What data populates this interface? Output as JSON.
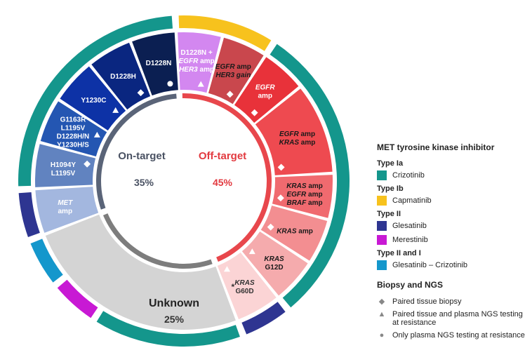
{
  "diagram": {
    "center": {
      "on_target_label": "On-target",
      "on_target_pct": "35%",
      "off_target_label": "Off-target",
      "off_target_pct": "45%"
    },
    "segments": [
      {
        "id": "d1228n-egfr-her3",
        "lines": [
          [
            "D1228N +"
          ],
          [
            "EGFR",
            " amp"
          ],
          [
            "HER3",
            " amp"
          ]
        ],
        "color": "#d387f0",
        "text_color": "#ffffff",
        "marker": "triangle",
        "size": 1
      },
      {
        "id": "egfr-her3-gain",
        "lines": [
          [
            "EGFR",
            " amp"
          ],
          [
            "HER3 gain"
          ]
        ],
        "color": "#c9474d",
        "text_color": "#1a1a1a",
        "marker": "diamond",
        "size": 1
      },
      {
        "id": "egfr-amp-1",
        "lines": [
          [
            "EGFR"
          ],
          [
            "amp"
          ]
        ],
        "color": "#e8323a",
        "text_color": "#ffffff",
        "marker": "diamond",
        "size": 1
      },
      {
        "id": "egfr-kras",
        "lines": [
          [
            "EGFR",
            " amp"
          ],
          [
            "KRAS",
            " amp"
          ]
        ],
        "color": "#ee4a50",
        "text_color": "#1a1a1a",
        "marker": "diamond",
        "size": 2
      },
      {
        "id": "kras-egfr-braf",
        "lines": [
          [
            "KRAS",
            " amp"
          ],
          [
            "EGFR",
            " amp"
          ],
          [
            "BRAF",
            " amp"
          ]
        ],
        "color": "#f06a6f",
        "text_color": "#1a1a1a",
        "marker": "diamond",
        "size": 1
      },
      {
        "id": "kras-amp",
        "lines": [
          [
            "KRAS",
            " amp"
          ]
        ],
        "color": "#f38e91",
        "text_color": "#1a1a1a",
        "marker": "diamond",
        "size": 1
      },
      {
        "id": "kras-g12d",
        "lines": [
          [
            "KRAS"
          ],
          [
            "G12D"
          ]
        ],
        "color": "#f5abad",
        "text_color": "#1a1a1a",
        "marker": "triangle",
        "size": 1
      },
      {
        "id": "kras-g60d",
        "lines": [
          [
            "KRAS"
          ],
          [
            "G60D"
          ]
        ],
        "color": "#fbd4d5",
        "text_color": "#333333",
        "marker": "triangle",
        "note": "*",
        "size": 1
      },
      {
        "id": "unknown",
        "lines": [],
        "color": "#d4d4d4",
        "text_color": "#222222",
        "marker": "none",
        "size": 5
      },
      {
        "id": "met-amp",
        "lines": [
          [
            "MET"
          ],
          [
            "amp"
          ]
        ],
        "color": "#a3b7df",
        "text_color": "#ffffff",
        "marker": "none",
        "size": 1
      },
      {
        "id": "h1094y-l1195v",
        "lines": [
          [
            "H1094Y"
          ],
          [
            "L1195V"
          ]
        ],
        "color": "#6183c0",
        "text_color": "#ffffff",
        "marker": "diamond",
        "size": 1
      },
      {
        "id": "g1163r-multi",
        "lines": [
          [
            "G1163R"
          ],
          [
            "L1195V"
          ],
          [
            "D1228H/N"
          ],
          [
            "Y1230H/S"
          ]
        ],
        "color": "#2456b2",
        "text_color": "#ffffff",
        "marker": "triangle",
        "size": 1
      },
      {
        "id": "y1230c",
        "lines": [
          [
            "Y1230C"
          ]
        ],
        "color": "#0d32a6",
        "text_color": "#ffffff",
        "marker": "triangle",
        "size": 1
      },
      {
        "id": "d1228h",
        "lines": [
          [
            "D1228H"
          ]
        ],
        "color": "#0a2680",
        "text_color": "#ffffff",
        "marker": "diamond",
        "size": 1
      },
      {
        "id": "d1228n",
        "lines": [
          [
            "D1228N"
          ]
        ],
        "color": "#0b1f52",
        "text_color": "#ffffff",
        "marker": "circle",
        "size": 1
      }
    ],
    "unknown_label": "Unknown",
    "unknown_pct": "25%",
    "outer_ring": [
      {
        "drug": "capmatinib",
        "color": "#f7c21d",
        "from": 0,
        "to": 2
      },
      {
        "drug": "crizotinib",
        "color": "#14968c",
        "from": 2,
        "to": 8
      },
      {
        "drug": "glesatinib",
        "color": "#2e3591",
        "from": 8,
        "to": 9
      },
      {
        "drug": "crizotinib",
        "color": "#14968c",
        "from": 9,
        "to": 12
      },
      {
        "drug": "merestinib",
        "color": "#c819d4",
        "from": 12,
        "to": 13
      },
      {
        "drug": "glesatinib-crizotinib",
        "color": "#1497cc",
        "from": 13,
        "to": 14
      },
      {
        "drug": "glesatinib",
        "color": "#2e3591",
        "from": 14,
        "to": 15
      },
      {
        "drug": "crizotinib",
        "color": "#14968c",
        "from": 15,
        "to": 20
      }
    ],
    "inner_ring": {
      "on_target_color": "#5a6478",
      "off_target_color": "#e8474c",
      "unknown_color": "#7d7d7d"
    }
  },
  "legend": {
    "title": "MET tyrosine kinase inhibitor",
    "groups": [
      {
        "type": "Type Ia",
        "items": [
          {
            "label": "Crizotinib",
            "color": "#14968c"
          }
        ]
      },
      {
        "type": "Type Ib",
        "items": [
          {
            "label": "Capmatinib",
            "color": "#f7c21d"
          }
        ]
      },
      {
        "type": "Type II",
        "items": [
          {
            "label": "Glesatinib",
            "color": "#2e3591"
          },
          {
            "label": "Merestinib",
            "color": "#c819d4"
          }
        ]
      },
      {
        "type": "Type II and I",
        "items": [
          {
            "label": "Glesatinib – Crizotinib",
            "color": "#1497cc"
          }
        ]
      }
    ],
    "biopsy_title": "Biopsy and NGS",
    "biopsy_items": [
      {
        "marker": "diamond",
        "label": "Paired tissue biopsy"
      },
      {
        "marker": "triangle",
        "label": "Paired tissue and plasma NGS testing at resistance"
      },
      {
        "marker": "circle",
        "label": "Only plasma NGS testing at resistance"
      }
    ]
  }
}
